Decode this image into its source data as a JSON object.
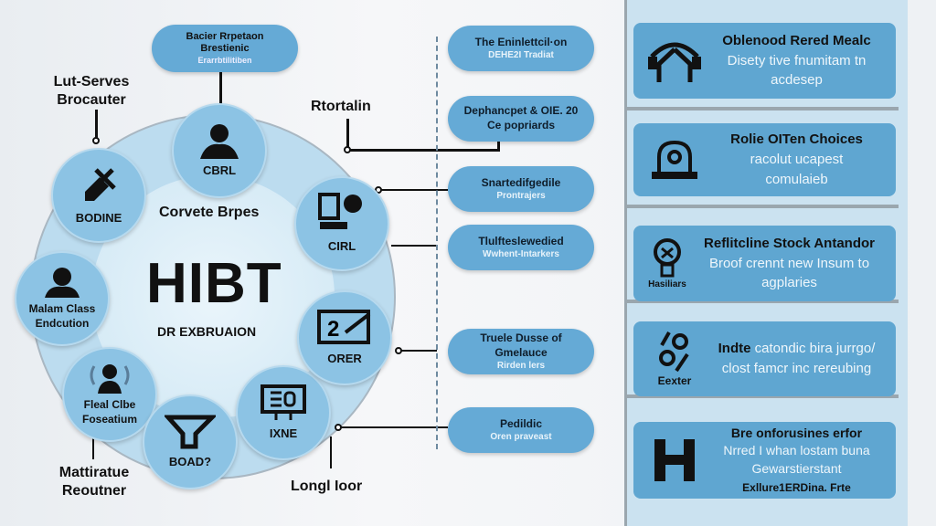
{
  "center": {
    "title": "HIBT",
    "subtitle": "DR EXBRUAION",
    "caption": "Corvete Brpes"
  },
  "nodes": [
    {
      "label": "CBRL",
      "icon": "person-icon"
    },
    {
      "label": "BODINE",
      "icon": "hammer-icon"
    },
    {
      "label": "Malam Class Endcution",
      "icon": "person-icon"
    },
    {
      "label": "Fleal Clbe Foseatium",
      "icon": "broadcast-person-icon"
    },
    {
      "label": "BOAD?",
      "icon": "funnel-icon"
    },
    {
      "label": "IXNE",
      "icon": "monitor-icon"
    },
    {
      "label": "ORER",
      "icon": "screen-pen-icon"
    },
    {
      "label": "CIRL",
      "icon": "computer-icon"
    }
  ],
  "callouts": {
    "top": {
      "title": "Bacier Rrpetaon Brestienic",
      "sub": "Erarrbtilitiben"
    },
    "lut": "Lut-Serves Brocauter",
    "rtortalin": "Rtortalin",
    "mattirate": "Mattiratue Reoutner",
    "longl": "Longl Ioor"
  },
  "pills": [
    {
      "title": "The Eninlettcil·on",
      "sub": "DEHE2I Tradiat"
    },
    {
      "title": "Dephancpet & OIE. 20 Ce popriards",
      "sub": ""
    },
    {
      "title": "Snartedifgedile",
      "sub": "Prontrajers"
    },
    {
      "title": "Tlulfteslewedied",
      "sub": "Wwhent-Intarkers"
    },
    {
      "title": "Truele Dusse of Gmelauce",
      "sub": "Rirden lers"
    },
    {
      "title": "Pedildic",
      "sub": "Oren praveast"
    }
  ],
  "cards": [
    {
      "title": "Oblenood Rered Mealc",
      "body": "Disety tive fnumitam tn acdesep",
      "icon": "house-arch-icon",
      "icon_label": ""
    },
    {
      "title": "Rolie OITen Choices",
      "body": "racolut ucapest comulaieb",
      "icon": "bell-icon",
      "icon_label": ""
    },
    {
      "title": "Reflitcline Stock Antandor",
      "body": "Broof crennt new Insum to agplaries",
      "icon": "lightbulb-icon",
      "icon_label": "Hasiliars"
    },
    {
      "title": "Indte",
      "body": "catondic bira jurrgo/ clost famcr inc rereubing",
      "icon": "percent-icon",
      "icon_label": "Eexter"
    },
    {
      "title": "Bre onforusines erfor",
      "body": "Nrred I whan lostam buna Gewarstierstant",
      "footer": "Exllure1ERDina. Frte",
      "icon": "h-letter-icon",
      "icon_label": ""
    }
  ]
}
